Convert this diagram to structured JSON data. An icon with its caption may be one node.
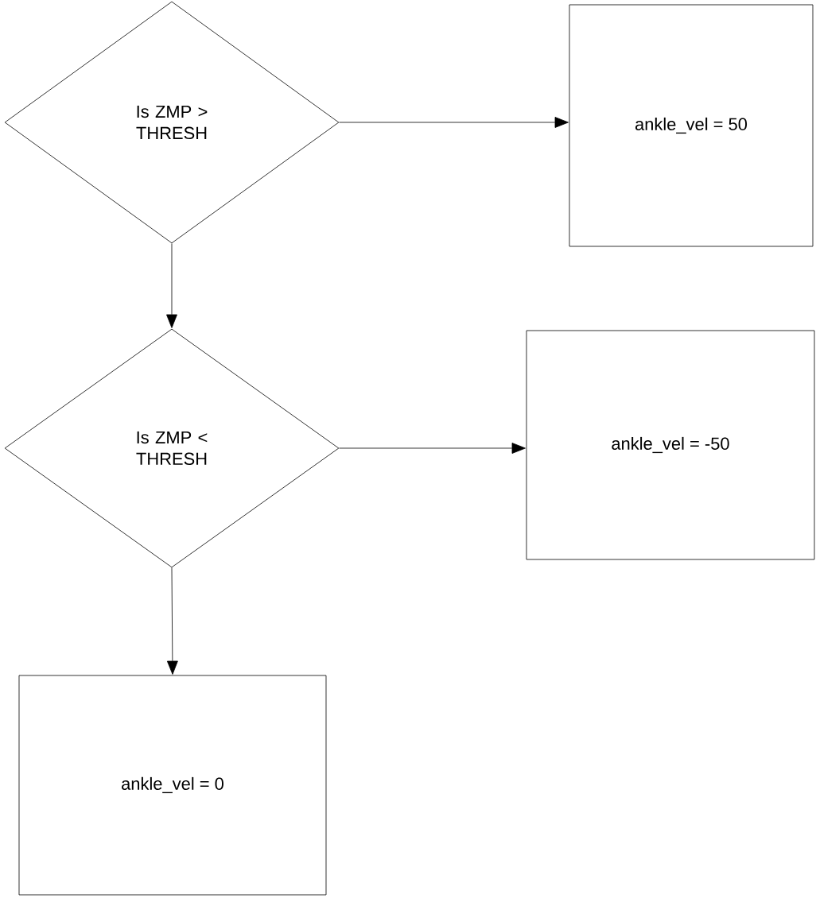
{
  "diagram": {
    "nodes": [
      {
        "text": [
          "Is ZMP > THRESH"
        ]
      },
      {
        "text": [
          "ankle_vel = 50"
        ]
      },
      {
        "text": [
          "Is ZMP < THRESH"
        ]
      },
      {
        "text": [
          "ankle_vel = -50"
        ]
      },
      {
        "text": [
          "ankle_vel = 0"
        ]
      }
    ],
    "edges": [
      {
        "from": 0,
        "to": 1,
        "arrow": "to"
      },
      {
        "from": 0,
        "to": 2,
        "arrow": "to"
      },
      {
        "from": 2,
        "to": 3,
        "arrow": "to"
      },
      {
        "from": 2,
        "to": 4,
        "arrow": "to"
      }
    ]
  }
}
